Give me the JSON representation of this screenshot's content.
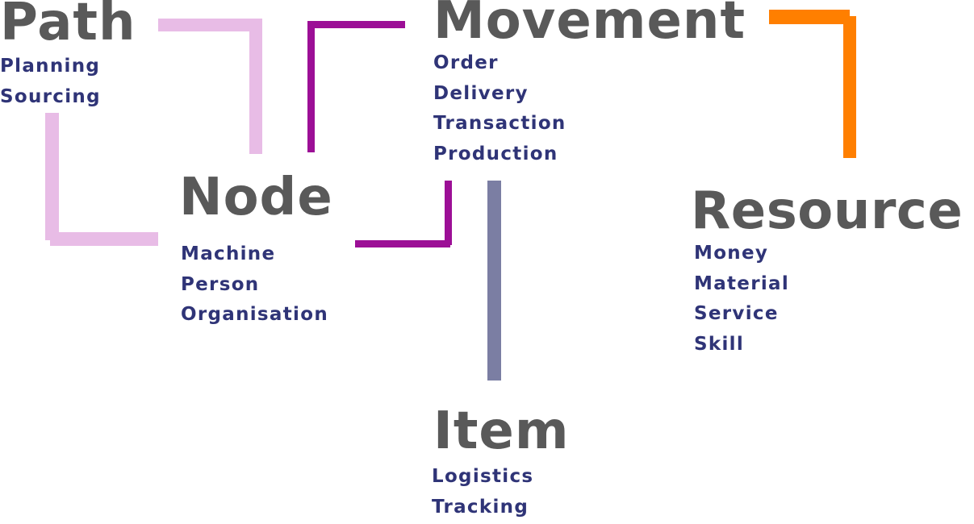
{
  "diagram": {
    "nodes": [
      {
        "id": "path",
        "title": "Path",
        "items": [
          "Planning",
          "Sourcing"
        ]
      },
      {
        "id": "movement",
        "title": "Movement",
        "items": [
          "Order",
          "Delivery",
          "Transaction",
          "Production"
        ]
      },
      {
        "id": "node",
        "title": "Node",
        "items": [
          "Machine",
          "Person",
          "Organisation"
        ]
      },
      {
        "id": "resource",
        "title": "Resource",
        "items": [
          "Money",
          "Material",
          "Service",
          "Skill"
        ]
      },
      {
        "id": "item",
        "title": "Item",
        "items": [
          "Logistics",
          "Tracking"
        ]
      }
    ],
    "connectors": [
      {
        "from": "path",
        "to": "node",
        "color": "#e8bce6"
      },
      {
        "from": "node",
        "to": "movement",
        "color": "#9c0f96"
      },
      {
        "from": "movement",
        "to": "item",
        "color": "#7b7ea3"
      },
      {
        "from": "movement",
        "to": "resource",
        "color": "#ff7f00"
      }
    ],
    "colors": {
      "title": "#595959",
      "item_text": "#2f3477"
    }
  }
}
